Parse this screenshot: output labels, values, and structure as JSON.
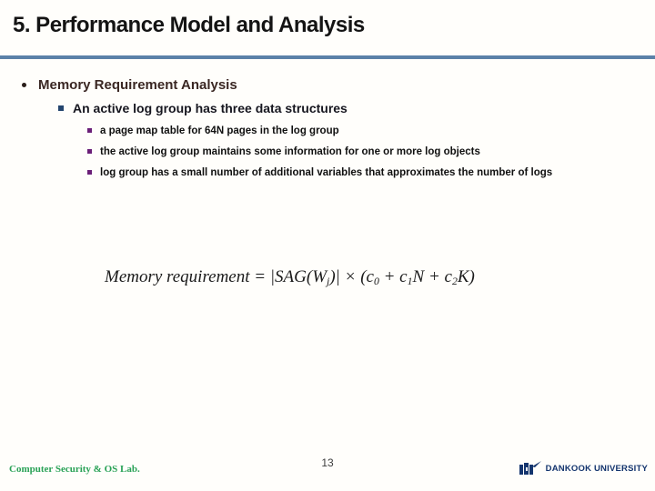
{
  "slide": {
    "title": "5. Performance Model and Analysis",
    "section": {
      "heading": "Memory Requirement Analysis",
      "subheading": "An active log group has three data structures",
      "items": [
        "a page map table for 64N pages in the log group",
        "the active log group maintains some information for one or more log objects",
        "log group has a small number of additional variables that approximates the number of logs"
      ]
    },
    "formula": {
      "seg1": "Memory requirement = |SAG(W",
      "sub1": "j",
      "seg2": ")| × (c",
      "sub2": "0",
      "seg3": " + c",
      "sub3": "1",
      "seg4": "N + c",
      "sub4": "2",
      "seg5": "K)"
    }
  },
  "footer": {
    "lab": "Computer Security & OS Lab.",
    "page_number": "13",
    "university": "DANKOOK UNIVERSITY"
  },
  "colors": {
    "divider": "#5b81a8",
    "heading_text": "#3a2723",
    "level2_bullet": "#24456e",
    "level3_bullet": "#6b1f78",
    "lab_green": "#2aa257",
    "logo_navy": "#14356e"
  }
}
